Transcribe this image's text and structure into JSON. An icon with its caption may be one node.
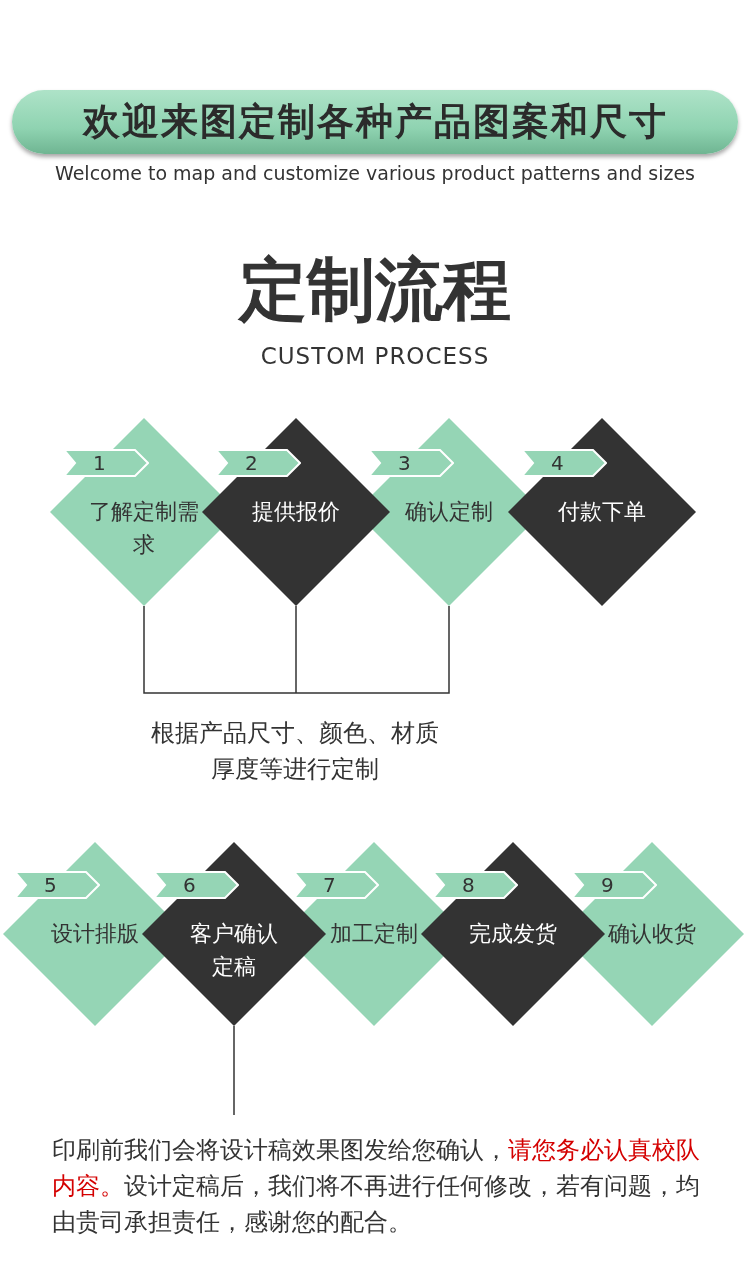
{
  "diagram": {
    "title": "定制流程",
    "nodes": [
      {
        "text": [
          "欢迎来图定制各种产品图案和尺寸"
        ]
      },
      {
        "text": [
          "1",
          "了解定制需求"
        ]
      },
      {
        "text": [
          "2",
          "提供报价"
        ]
      },
      {
        "text": [
          "3",
          "确认定制"
        ]
      },
      {
        "text": [
          "4",
          "付款下单"
        ]
      },
      {
        "text": [
          "根据产品尺寸、颜色、材质厚度等进行定制"
        ]
      },
      {
        "text": [
          "5",
          "设计排版"
        ]
      },
      {
        "text": [
          "6",
          "客户确认定稿"
        ]
      },
      {
        "text": [
          "7",
          "加工定制"
        ]
      },
      {
        "text": [
          "8",
          "完成发货"
        ]
      },
      {
        "text": [
          "9",
          "确认收货"
        ]
      },
      {
        "text": [
          "印刷前我们会将设计稿效果图发给您确认，",
          "请您务必认真校队内容。",
          "设计定稿后，我们将不再进行任何修改，若有问题，均由贵司承担责任，感谢您的配合。"
        ]
      }
    ],
    "edges": [
      {
        "from": 1,
        "to": 5,
        "arrow": "none"
      },
      {
        "from": 2,
        "to": 5,
        "arrow": "none"
      },
      {
        "from": 3,
        "to": 5,
        "arrow": "none"
      },
      {
        "from": 7,
        "to": 11,
        "arrow": "none"
      }
    ],
    "labels": [
      "Welcome to map and customize various product patterns and sizes",
      "CUSTOM PROCESS"
    ]
  }
}
